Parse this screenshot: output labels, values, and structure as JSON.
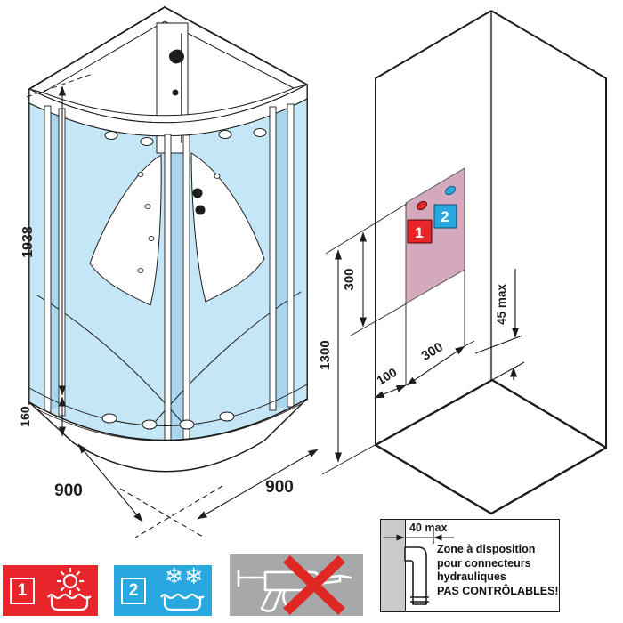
{
  "colors": {
    "accent_red": "#e8252b",
    "accent_blue": "#29a8e0",
    "gray_box": "#a7a8aa",
    "zone_pink": "#d4a9bd",
    "glass_blue": "#c5e6f7",
    "glass_dark": "#a9d6ee",
    "line": "#1d1d1b",
    "cross_red": "#df2823"
  },
  "cabin": {
    "height": "1938",
    "tray_height": "160",
    "width_left": "900",
    "width_right": "900"
  },
  "wall": {
    "total_height": "1300",
    "zone_height": "300",
    "corner_offset": "100",
    "zone_width": "300",
    "floor_clearance": "45 max",
    "marker_hot": "1",
    "marker_cold": "2"
  },
  "legend": {
    "hot_id": "1",
    "cold_id": "2",
    "snowflakes": "❄❄"
  },
  "detail": {
    "dimension": "40 max",
    "line1": "Zone à disposition",
    "line2": "pour connecteurs",
    "line3": "hydrauliques",
    "line4": "PAS CONTRÔLABLES!"
  }
}
